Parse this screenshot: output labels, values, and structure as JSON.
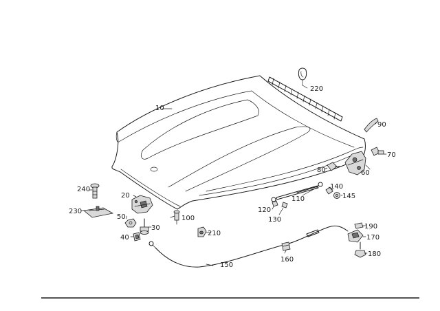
{
  "labels": {
    "p10": "10",
    "p20": "20",
    "p30": "30",
    "p40": "40",
    "p50": "50",
    "p60": "60",
    "p70": "70",
    "p80": "80",
    "p90": "90",
    "p100": "100",
    "p110": "110",
    "p120": "120",
    "p130": "130",
    "p140": "140",
    "p145": "145",
    "p150": "150",
    "p160": "160",
    "p170": "170",
    "p180": "180",
    "p190": "190",
    "p210": "210",
    "p220": "220",
    "p230": "230",
    "p240": "240"
  },
  "colors": {
    "line": "#1a1a1a",
    "part_fill": "#d9d9d9",
    "part_dark": "#6e6e6e",
    "background": "#ffffff"
  }
}
